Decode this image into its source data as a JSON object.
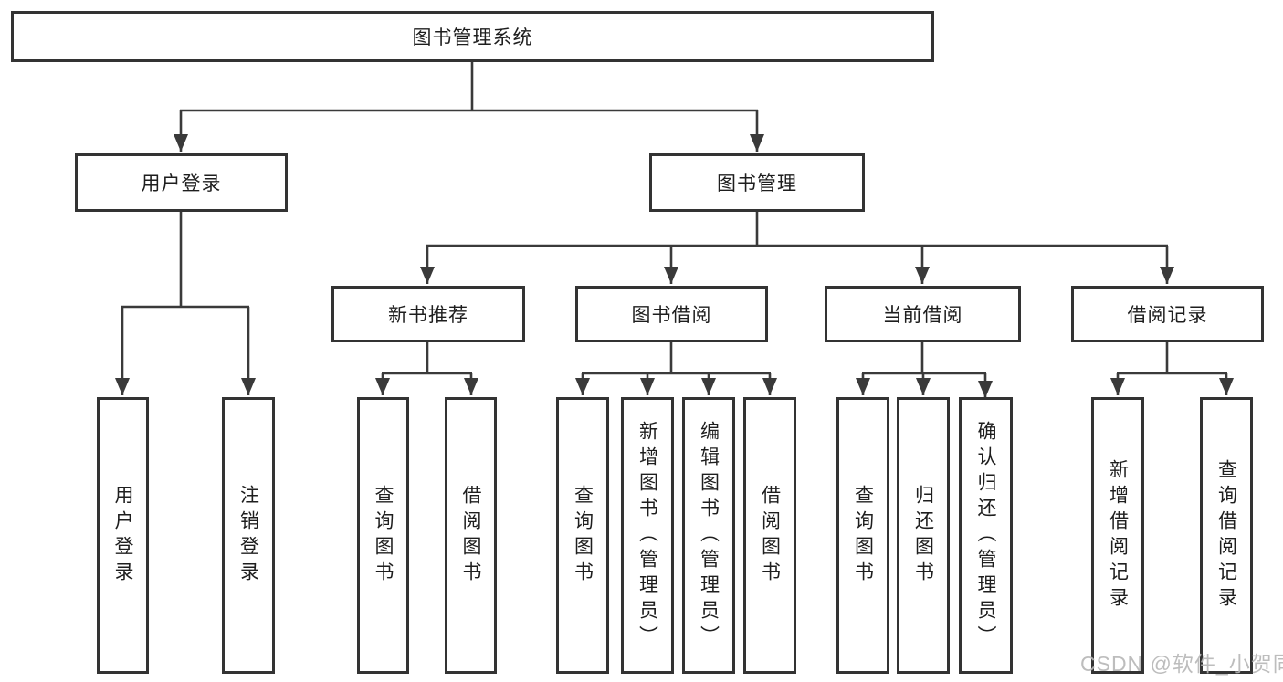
{
  "tree": {
    "root": {
      "label": "图书管理系统"
    },
    "branches": [
      {
        "label": "用户登录",
        "children": [
          {
            "label": "用户登录"
          },
          {
            "label": "注销登录"
          }
        ]
      },
      {
        "label": "图书管理",
        "children": [
          {
            "label": "新书推荐",
            "children": [
              {
                "label": "查询图书"
              },
              {
                "label": "借阅图书"
              }
            ]
          },
          {
            "label": "图书借阅",
            "children": [
              {
                "label": "查询图书"
              },
              {
                "label": "新增图书（管理员）"
              },
              {
                "label": "编辑图书（管理员）"
              },
              {
                "label": "借阅图书"
              }
            ]
          },
          {
            "label": "当前借阅",
            "children": [
              {
                "label": "查询图书"
              },
              {
                "label": "归还图书"
              },
              {
                "label": "确认归还（管理员）"
              }
            ]
          },
          {
            "label": "借阅记录",
            "children": [
              {
                "label": "新增借阅记录"
              },
              {
                "label": "查询借阅记录"
              }
            ]
          }
        ]
      }
    ]
  },
  "watermark": {
    "text": "CSDN @软件_小贺同学"
  },
  "colors": {
    "line-color": "#3a3a3a",
    "border-color": "#333333",
    "text-color": "#1e1e1e",
    "watermark-color": "#b6b6b6",
    "bg-color": "#ffffff"
  }
}
